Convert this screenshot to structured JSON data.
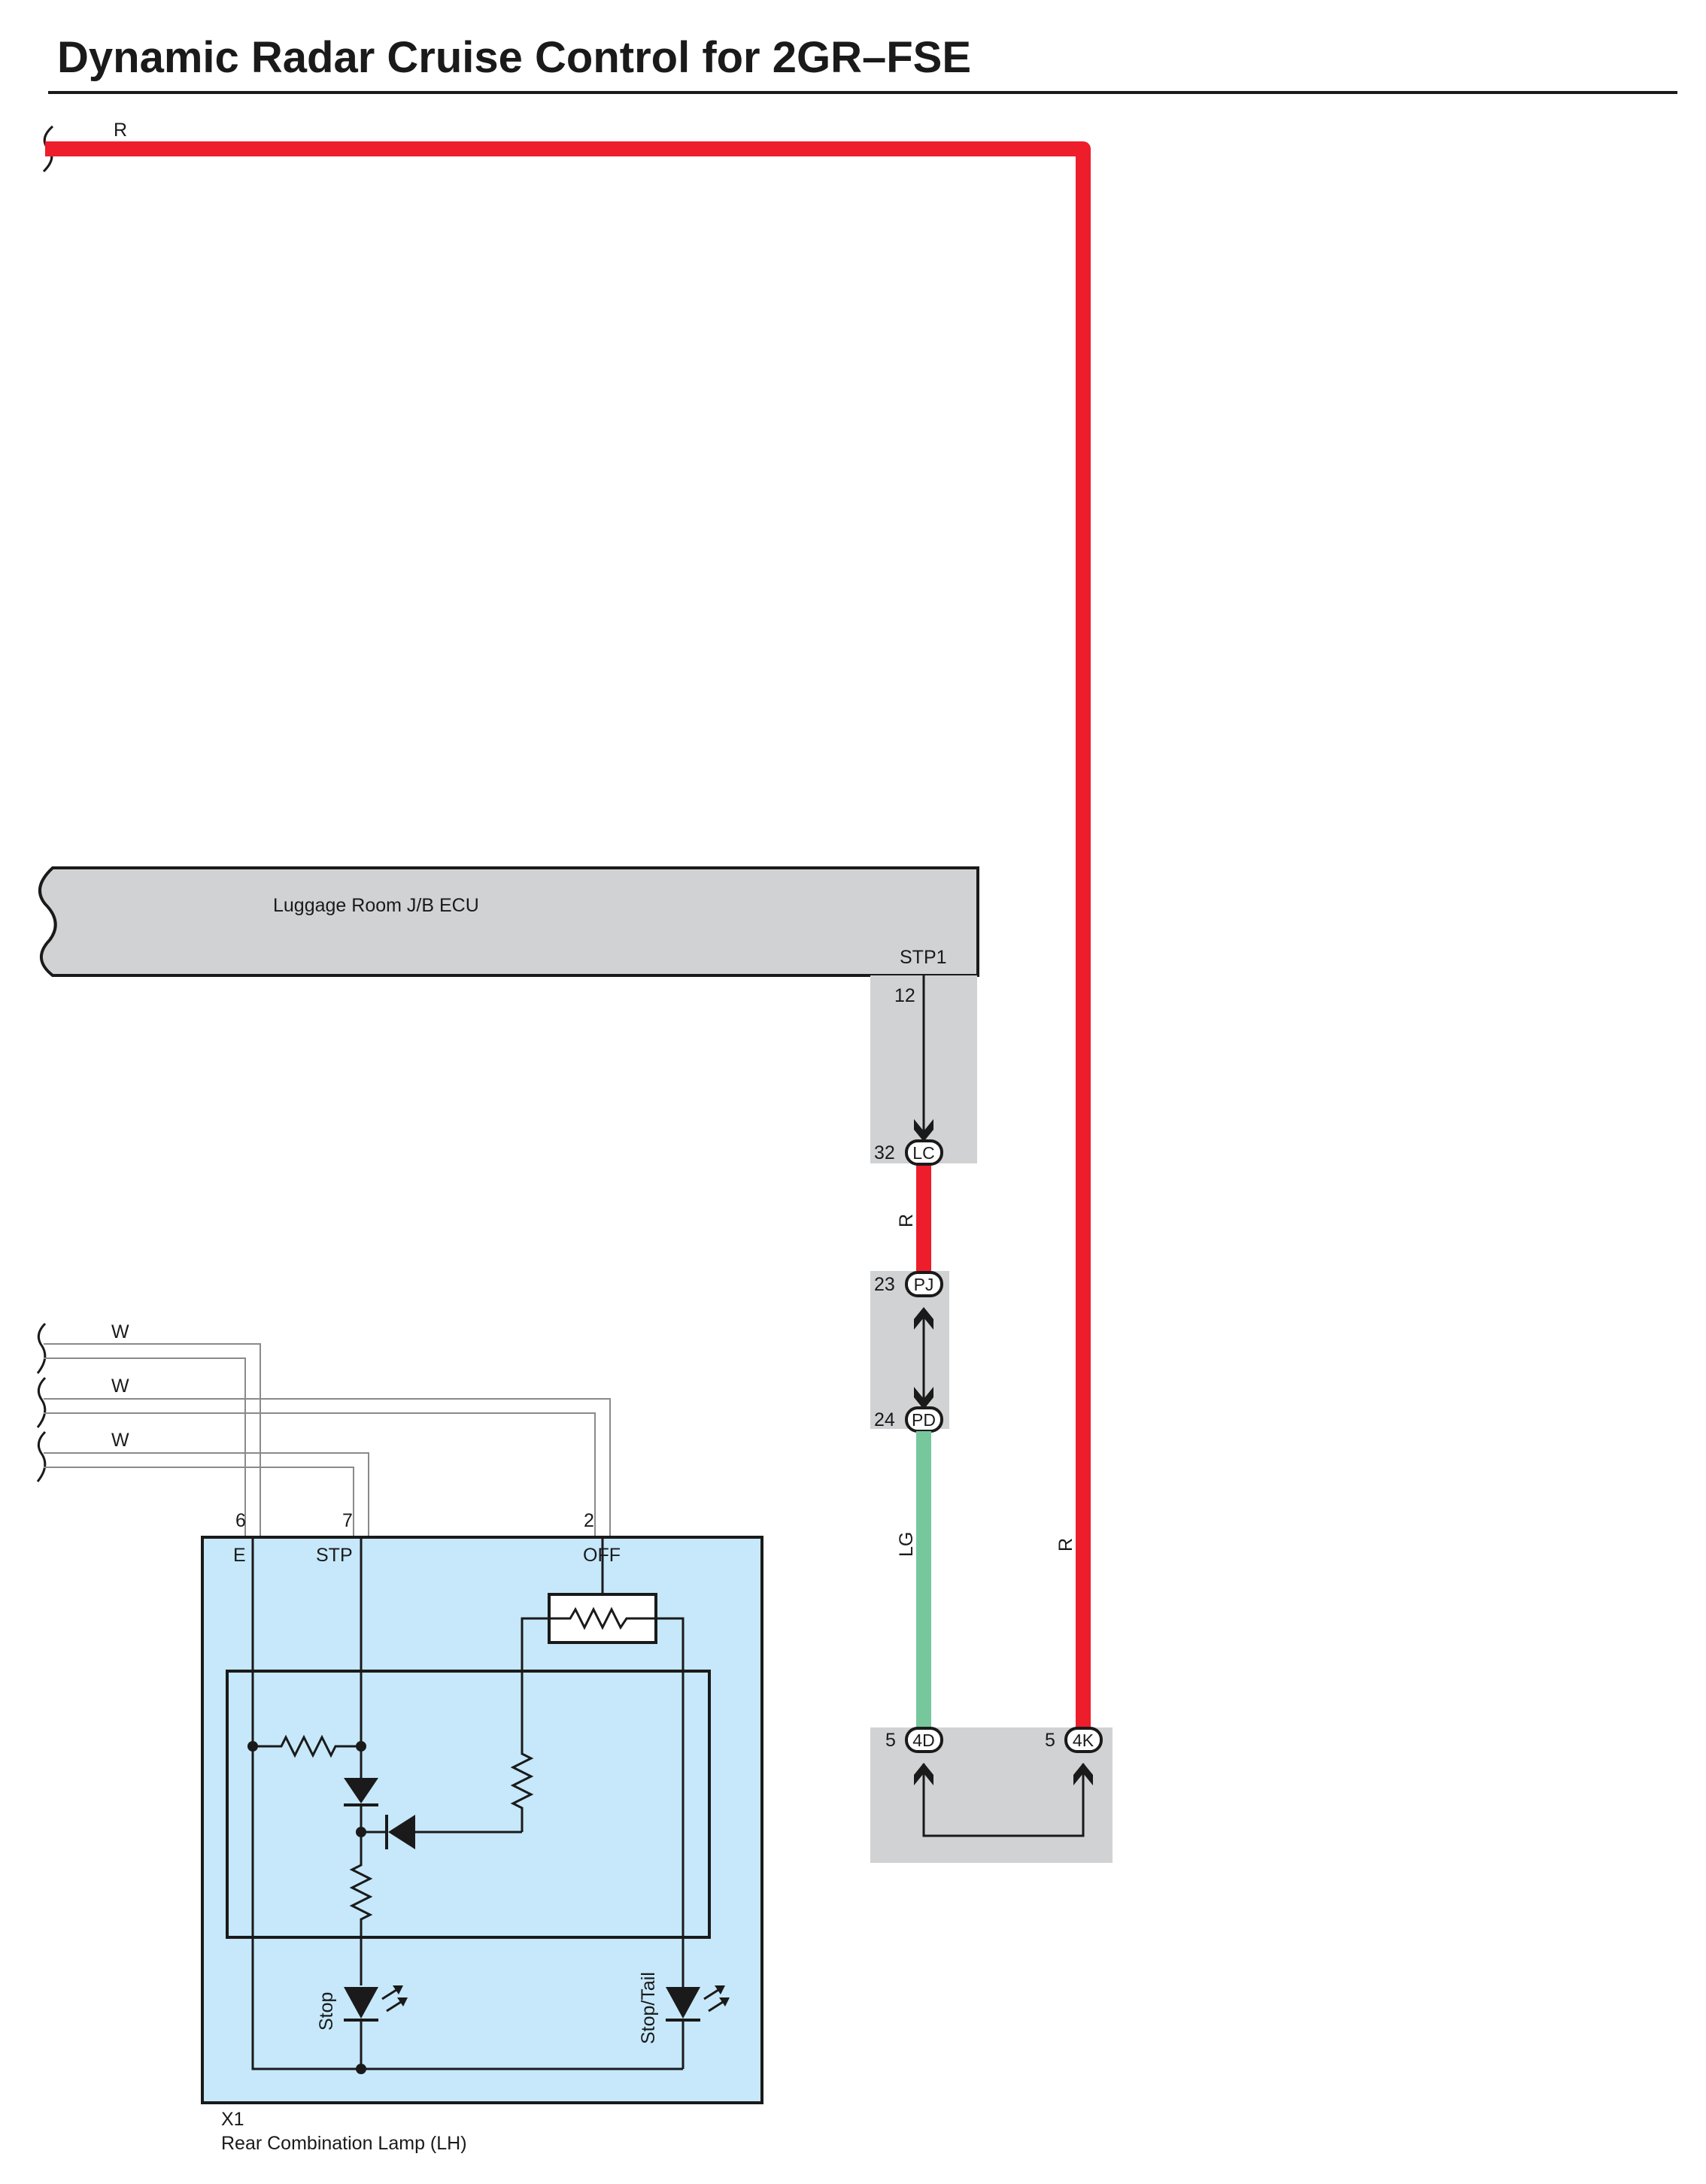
{
  "title": "Dynamic Radar Cruise Control for 2GR–FSE",
  "colors": {
    "wire_red": "#ee1d2b",
    "wire_lightgreen": "#77c79d",
    "wire_white": "#ffffff",
    "ecu_fill": "#d1d2d4",
    "junction_fill": "#d1d2d4",
    "lamp_fill": "#c6e8fa",
    "outline": "#1a1a1a"
  },
  "wires": {
    "top_red": "R",
    "r_between_lc_pj": "R",
    "lg_between_pd_4d": "LG",
    "r_right_vertical": "R",
    "w1": "W",
    "w2": "W",
    "w3": "W"
  },
  "ecu": {
    "name": "Luggage Room J/B ECU",
    "terminal": "STP1",
    "pin": "12"
  },
  "connectors": {
    "lc": {
      "code": "LC",
      "pin": "32"
    },
    "pj": {
      "code": "PJ",
      "pin": "23"
    },
    "pd": {
      "code": "PD",
      "pin": "24"
    },
    "c4d": {
      "code": "4D",
      "pin": "5"
    },
    "c4k": {
      "code": "4K",
      "pin": "5"
    }
  },
  "lamp": {
    "id": "X1",
    "name": "Rear Combination Lamp (LH)",
    "pins": {
      "e": "6",
      "stp": "7",
      "off": "2"
    },
    "terminals": {
      "e": "E",
      "stp": "STP",
      "off": "OFF"
    },
    "led_stop": "Stop",
    "led_stoptail": "Stop/Tail"
  }
}
